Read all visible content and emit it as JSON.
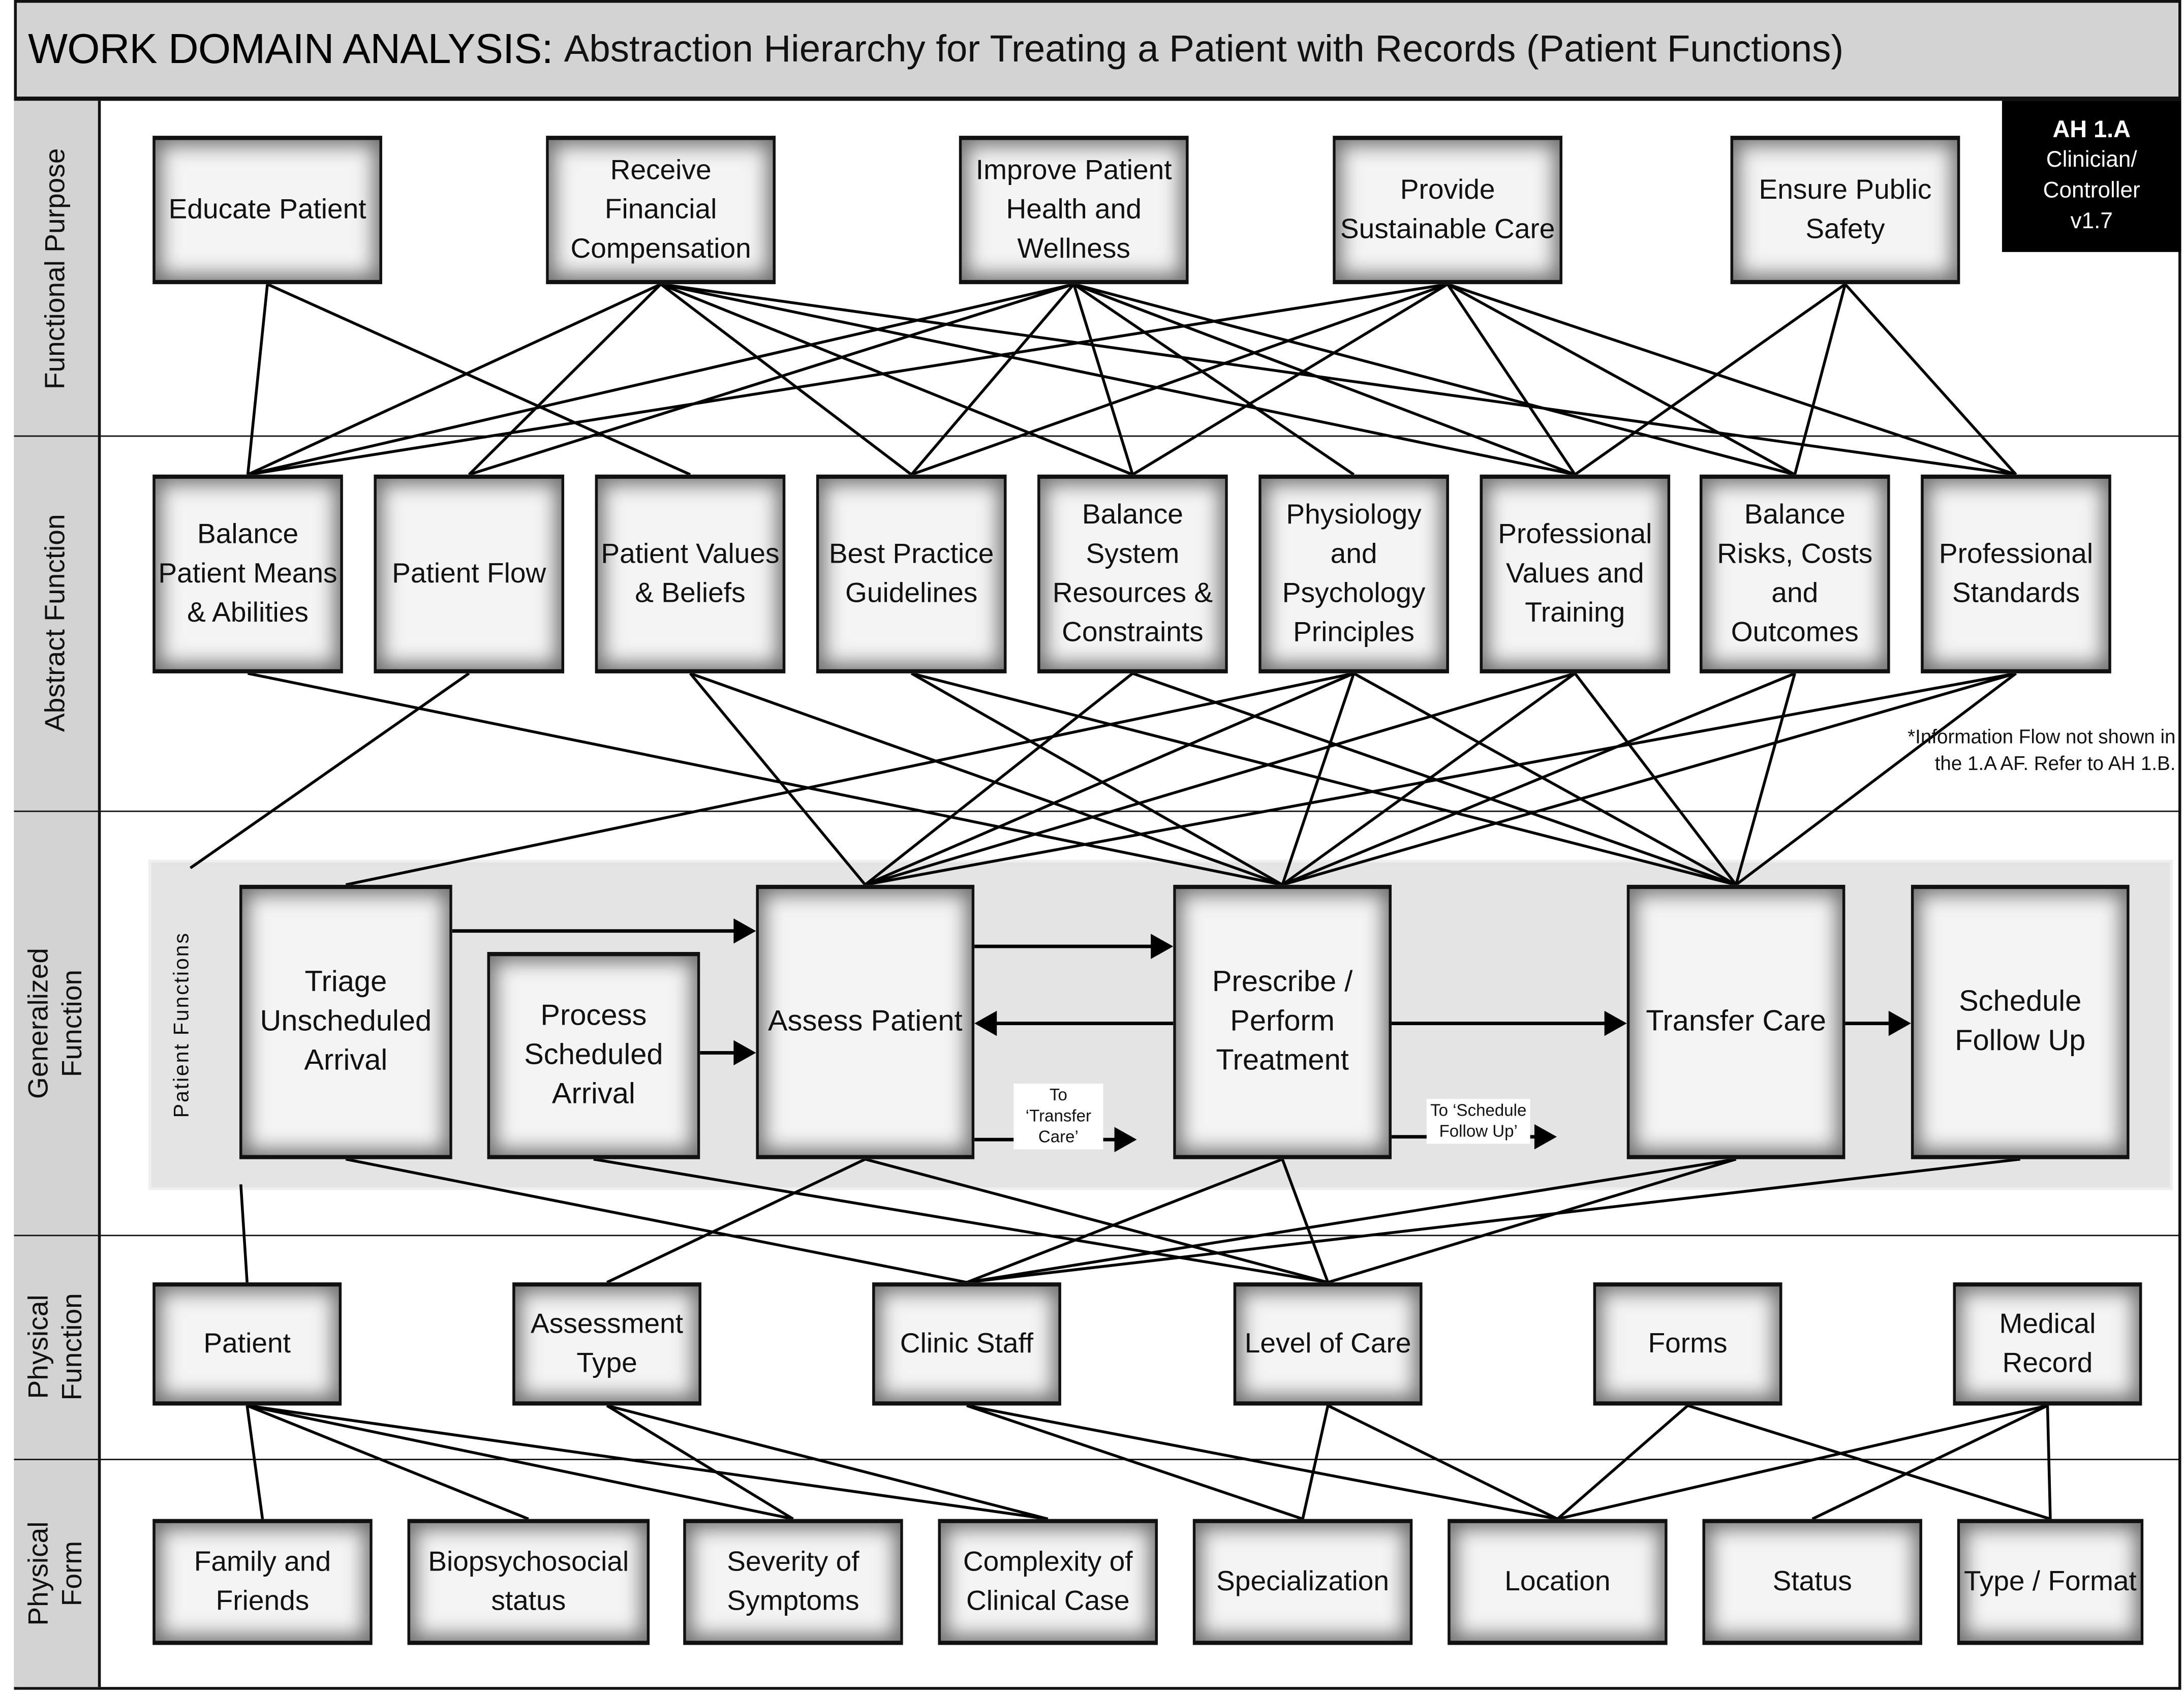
{
  "header": {
    "title_main": "WORK DOMAIN ANALYSIS:",
    "title_sub": "Abstraction Hierarchy for Treating a Patient with Records (Patient Functions)"
  },
  "badge": {
    "line1": "AH 1.A",
    "line2": "Clinician/",
    "line3": "Controller",
    "line4": "v1.7"
  },
  "rows": [
    {
      "id": "fp",
      "label": "Functional Purpose"
    },
    {
      "id": "af",
      "label": "Abstract Function"
    },
    {
      "id": "gf",
      "label": "Generalized\nFunction"
    },
    {
      "id": "phf",
      "label": "Physical\nFunction"
    },
    {
      "id": "pfo",
      "label": "Physical\nForm"
    }
  ],
  "note": "*Information Flow not shown in the 1.A AF. Refer to AH 1.B.",
  "group_label": "Patient Functions",
  "functional_purpose": [
    {
      "id": "fp1",
      "label": "Educate Patient"
    },
    {
      "id": "fp2",
      "label": "Receive Financial Compensation"
    },
    {
      "id": "fp3",
      "label": "Improve Patient Health and Wellness"
    },
    {
      "id": "fp4",
      "label": "Provide Sustainable Care"
    },
    {
      "id": "fp5",
      "label": "Ensure Public Safety"
    }
  ],
  "abstract_function": [
    {
      "id": "af1",
      "label": "Balance Patient Means & Abilities"
    },
    {
      "id": "af2",
      "label": "Patient Flow"
    },
    {
      "id": "af3",
      "label": "Patient Values & Beliefs"
    },
    {
      "id": "af4",
      "label": "Best Practice Guidelines"
    },
    {
      "id": "af5",
      "label": "Balance System Resources & Constraints"
    },
    {
      "id": "af6",
      "label": "Physiology and Psychology Principles"
    },
    {
      "id": "af7",
      "label": "Professional Values and Training"
    },
    {
      "id": "af8",
      "label": "Balance Risks, Costs and Outcomes"
    },
    {
      "id": "af9",
      "label": "Professional Standards"
    }
  ],
  "generalized_function": [
    {
      "id": "gf1",
      "label": "Triage Unscheduled Arrival"
    },
    {
      "id": "gf2",
      "label": "Process Scheduled Arrival"
    },
    {
      "id": "gf3",
      "label": "Assess Patient"
    },
    {
      "id": "gf4",
      "label": "Prescribe / Perform Treatment"
    },
    {
      "id": "gf5",
      "label": "Transfer Care"
    },
    {
      "id": "gf6",
      "label": "Schedule Follow Up"
    }
  ],
  "flow_refs": [
    {
      "id": "ref1",
      "label": "To ‘Transfer Care’"
    },
    {
      "id": "ref2",
      "label": "To ‘Schedule Follow Up’"
    }
  ],
  "physical_function": [
    {
      "id": "ph1",
      "label": "Patient"
    },
    {
      "id": "ph2",
      "label": "Assessment Type"
    },
    {
      "id": "ph3",
      "label": "Clinic Staff"
    },
    {
      "id": "ph4",
      "label": "Level of Care"
    },
    {
      "id": "ph5",
      "label": "Forms"
    },
    {
      "id": "ph6",
      "label": "Medical Record"
    }
  ],
  "physical_form": [
    {
      "id": "fo1",
      "label": "Family and Friends"
    },
    {
      "id": "fo2",
      "label": "Biopsychosocial status"
    },
    {
      "id": "fo3",
      "label": "Severity of Symptoms"
    },
    {
      "id": "fo4",
      "label": "Complexity of Clinical Case"
    },
    {
      "id": "fo5",
      "label": "Specialization"
    },
    {
      "id": "fo6",
      "label": "Location"
    },
    {
      "id": "fo7",
      "label": "Status"
    },
    {
      "id": "fo8",
      "label": "Type / Format"
    }
  ],
  "links": [
    [
      "fp1",
      "af1"
    ],
    [
      "fp1",
      "af3"
    ],
    [
      "fp2",
      "af1"
    ],
    [
      "fp2",
      "af2"
    ],
    [
      "fp2",
      "af4"
    ],
    [
      "fp2",
      "af5"
    ],
    [
      "fp2",
      "af7"
    ],
    [
      "fp2",
      "af9"
    ],
    [
      "fp3",
      "af1"
    ],
    [
      "fp3",
      "af2"
    ],
    [
      "fp3",
      "af4"
    ],
    [
      "fp3",
      "af5"
    ],
    [
      "fp3",
      "af6"
    ],
    [
      "fp3",
      "af7"
    ],
    [
      "fp3",
      "af8"
    ],
    [
      "fp4",
      "af1"
    ],
    [
      "fp4",
      "af4"
    ],
    [
      "fp4",
      "af5"
    ],
    [
      "fp4",
      "af7"
    ],
    [
      "fp4",
      "af8"
    ],
    [
      "fp4",
      "af9"
    ],
    [
      "fp5",
      "af7"
    ],
    [
      "fp5",
      "af8"
    ],
    [
      "fp5",
      "af9"
    ],
    [
      "af1",
      "gf4"
    ],
    [
      "af2",
      "gf0"
    ],
    [
      "af3",
      "gf3"
    ],
    [
      "af3",
      "gf4"
    ],
    [
      "af4",
      "gf4"
    ],
    [
      "af4",
      "gf5"
    ],
    [
      "af5",
      "gf3"
    ],
    [
      "af5",
      "gf5"
    ],
    [
      "af6",
      "gf1"
    ],
    [
      "af6",
      "gf3"
    ],
    [
      "af6",
      "gf4"
    ],
    [
      "af6",
      "gf5"
    ],
    [
      "af7",
      "gf3"
    ],
    [
      "af7",
      "gf4"
    ],
    [
      "af7",
      "gf5"
    ],
    [
      "af8",
      "gf4"
    ],
    [
      "af8",
      "gf5"
    ],
    [
      "af9",
      "gf3"
    ],
    [
      "af9",
      "gf4"
    ],
    [
      "af9",
      "gf5"
    ],
    [
      "gf1",
      "ph3"
    ],
    [
      "gf2",
      "ph4"
    ],
    [
      "gf3",
      "ph2"
    ],
    [
      "gf3",
      "ph4"
    ],
    [
      "gf4",
      "ph3"
    ],
    [
      "gf4",
      "ph4"
    ],
    [
      "gf5",
      "ph3"
    ],
    [
      "gf5",
      "ph4"
    ],
    [
      "gf6",
      "ph3"
    ],
    [
      "gfx",
      "ph1"
    ],
    [
      "ph1",
      "fo1"
    ],
    [
      "ph1",
      "fo2"
    ],
    [
      "ph1",
      "fo3"
    ],
    [
      "ph1",
      "fo4"
    ],
    [
      "ph2",
      "fo3"
    ],
    [
      "ph2",
      "fo4"
    ],
    [
      "ph3",
      "fo5"
    ],
    [
      "ph3",
      "fo6"
    ],
    [
      "ph4",
      "fo5"
    ],
    [
      "ph4",
      "fo6"
    ],
    [
      "ph5",
      "fo6"
    ],
    [
      "ph5",
      "fo8"
    ],
    [
      "ph6",
      "fo6"
    ],
    [
      "ph6",
      "fo7"
    ],
    [
      "ph6",
      "fo8"
    ]
  ],
  "flows": [
    [
      "gf1",
      "gf3"
    ],
    [
      "gf2",
      "gf3"
    ],
    [
      "gf3",
      "gf4"
    ],
    [
      "gf4",
      "gf3"
    ],
    [
      "gf4",
      "gf5"
    ],
    [
      "gf5",
      "gf6"
    ]
  ]
}
